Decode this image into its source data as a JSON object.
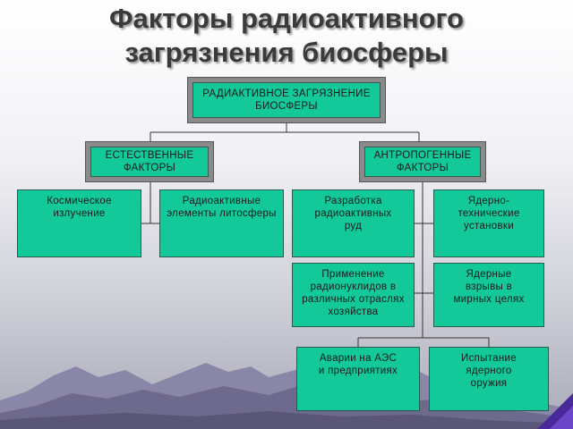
{
  "title": {
    "line1": "Факторы радиоактивного",
    "line2": "загрязнения биосферы"
  },
  "root": "РАДИАКТИВНОЕ ЗАГРЯЗНЕНИЕ\nБИОСФЕРЫ",
  "natural": "ЕСТЕСТВЕННЫЕ\nФАКТОРЫ",
  "anthropogenic": "АНТРОПОГЕННЫЕ\nФАКТОРЫ",
  "natural_items": [
    "Космическое\nизлучение",
    "Радиоактивные\nэлементы литосферы"
  ],
  "anthropogenic_items": [
    "Разработка\nрадиоактивных\nруд",
    "Ядерно-\nтехнические\nустановки",
    "Применение\nрадионуклидов в\nразличных отраслях\nхозяйства",
    "Ядерные\nвзрывы в\nмирных целях",
    "Аварии на АЭС\nи предприятиях",
    "Испытание\nядерного\nоружия"
  ],
  "colors": {
    "box": "#13c99a",
    "frame": "#8a8a8a",
    "title": "#3a3a3a"
  }
}
